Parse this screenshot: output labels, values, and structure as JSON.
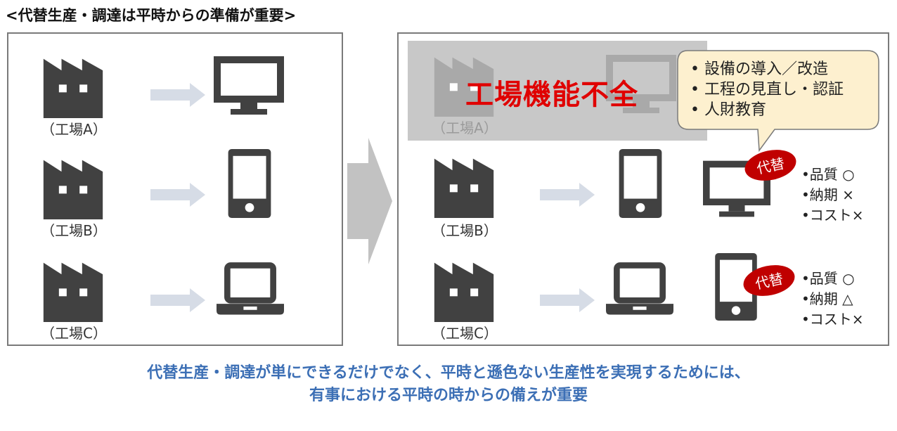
{
  "title": "<代替生産・調達は平時からの準備が重要>",
  "left_panel": {
    "factories": [
      {
        "label": "（工場A）",
        "product": "monitor-icon"
      },
      {
        "label": "（工場B）",
        "product": "smartphone-icon"
      },
      {
        "label": "（工場C）",
        "product": "laptop-icon"
      }
    ]
  },
  "right_panel": {
    "failed_factory": {
      "label": "（工場A）",
      "status_text": "工場機能不全"
    },
    "callout_items": [
      "設備の導入／改造",
      "工程の見直し・認証",
      "人財教育"
    ],
    "factories": [
      {
        "label": "（工場B）",
        "product": "smartphone-icon",
        "substitute_product": "monitor-icon",
        "badge": "代替",
        "quality": [
          "•品質 ○",
          "•納期 ×",
          "•コスト×"
        ]
      },
      {
        "label": "（工場C）",
        "product": "laptop-icon",
        "substitute_product": "smartphone-icon",
        "badge": "代替",
        "quality": [
          "•品質 ○",
          "•納期 △",
          "•コスト×"
        ]
      }
    ]
  },
  "conclusion": {
    "line1": "代替生産・調達が単にできるだけでなく、平時と遜色ない生産性を実現するためには、",
    "line2": "有事における平時の時からの備えが重要"
  },
  "colors": {
    "icon": "#414141",
    "arrow": "#d6dce6",
    "big_arrow": "#c2c2c2",
    "fail_text": "#e00000",
    "callout_bg": "#fdf0cf",
    "badge": "#c00000",
    "conclusion": "#3c6fb5"
  }
}
